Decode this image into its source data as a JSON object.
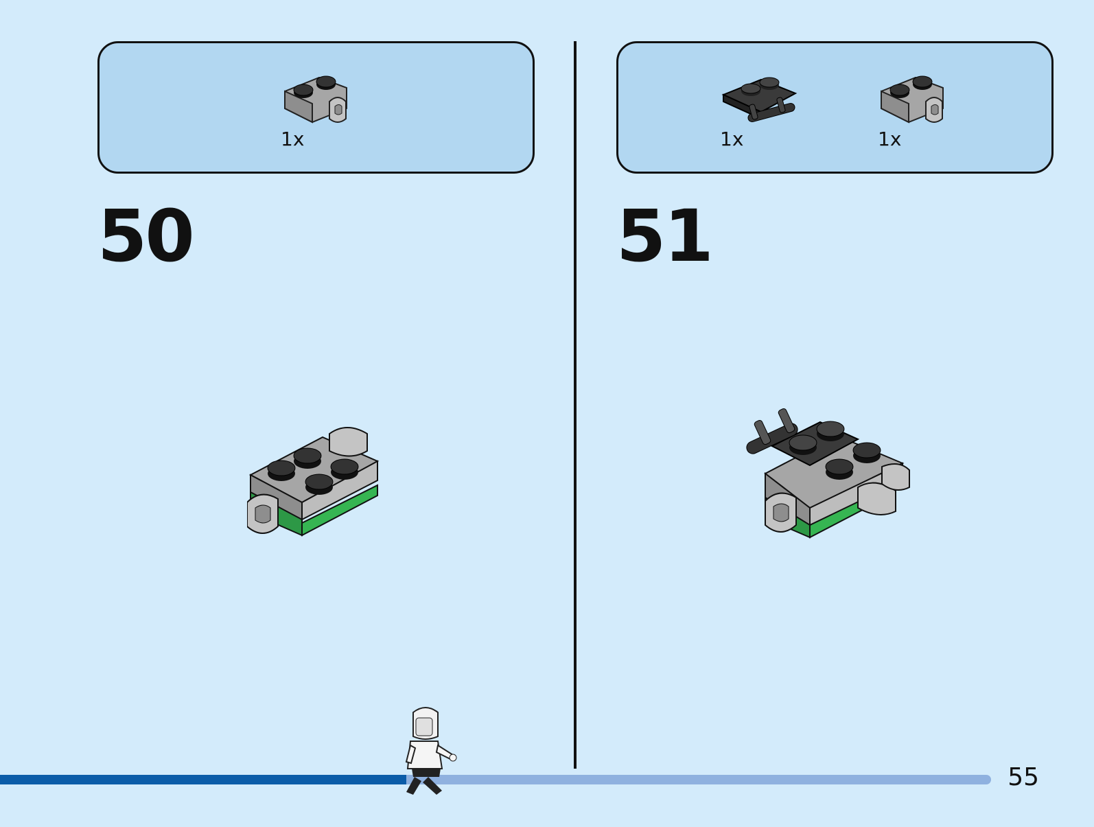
{
  "steps": [
    {
      "number": "50",
      "parts": [
        {
          "quantity": "1x",
          "color": "#a6a6a6",
          "icon": "plate-1x2-with-clip-icon"
        }
      ]
    },
    {
      "number": "51",
      "parts": [
        {
          "quantity": "1x",
          "color": "#3a3a3a",
          "icon": "dark-plate-with-bar-handles-icon"
        },
        {
          "quantity": "1x",
          "color": "#a6a6a6",
          "icon": "plate-1x2-with-clip-icon"
        }
      ]
    }
  ],
  "page_number": "55",
  "progress": {
    "fraction": 0.41,
    "fill_color": "#0b5ca8",
    "track_color": "#8fb1df"
  },
  "colors": {
    "background": "#d3ebfb",
    "parts_box": "#b2d7f1",
    "green_brick": "#36b552",
    "light_gray": "#a6a6a6",
    "dark_gray": "#3a3a3a"
  }
}
